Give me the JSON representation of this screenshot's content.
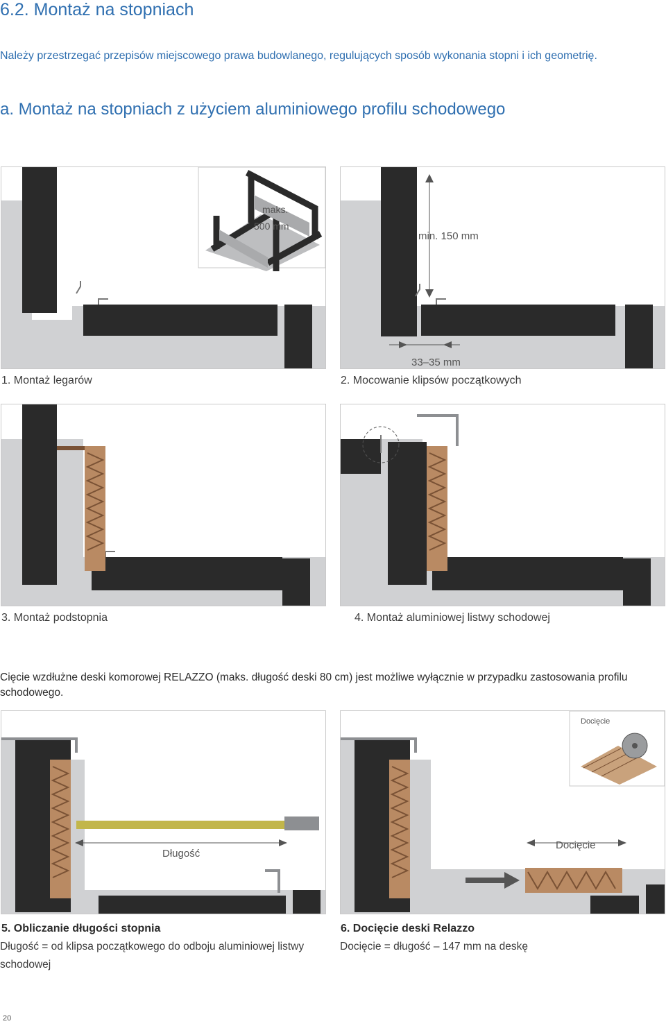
{
  "page": {
    "section_title": "6.2. Montaż na stopniach",
    "intro": "Należy przestrzegać przepisów miejscowego prawa budowlanego, regulujących sposób wykonania stopni i ich geometrię.",
    "subsection_title": "a. Montaż na stopniach z użyciem aluminiowego profilu schodowego",
    "page_number": "20"
  },
  "figures": {
    "f1": {
      "caption": "1. Montaż legarów",
      "inset_label_1": "maks.",
      "inset_label_2": "500 mm"
    },
    "f2": {
      "caption": "2. Mocowanie klipsów początkowych",
      "dim_height": "min. 150 mm",
      "dim_gap": "33–35 mm"
    },
    "f3": {
      "caption": "3. Montaż podstopnia"
    },
    "f4": {
      "caption": "4. Montaż aluminiowej listwy schodowej"
    },
    "f5": {
      "caption": "5. Obliczanie długości stopnia",
      "length_label": "Długość",
      "note": "Długość = od klipsa początkowego do odboju aluminiowej listwy schodowej"
    },
    "f6": {
      "caption": "6. Docięcie deski Relazzo",
      "inset_label": "Docięcie",
      "cut_label": "Docięcie",
      "note": "Docięcie = długość – 147 mm na deskę"
    }
  },
  "cutting_paragraph": "Cięcie wzdłużne deski komorowej RELAZZO (maks. długość deski 80 cm) jest możliwe wyłącznie w przypadku zastosowania profilu schodowego.",
  "colors": {
    "heading_blue": "#2f6fb0",
    "concrete": "#d0d1d3",
    "joist": "#2a2a2a",
    "board": "#b98a63",
    "board_dark": "#7a5235",
    "aluminium": "#8d8f92"
  }
}
